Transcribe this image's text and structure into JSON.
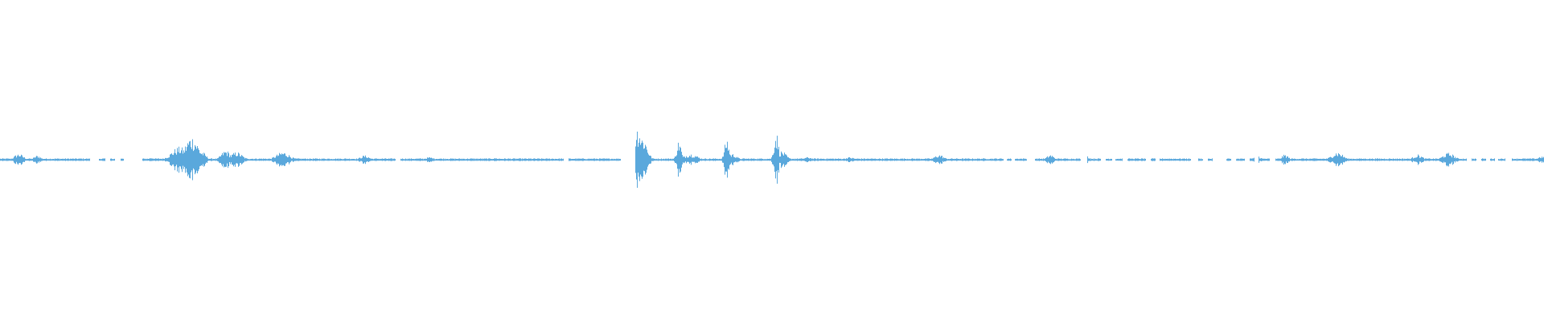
{
  "colors": {
    "background": "#ffffff",
    "waveform": "#5aa8dc"
  },
  "waveform": {
    "gaps": [
      [
        0.058,
        0.064
      ],
      [
        0.068,
        0.071
      ],
      [
        0.074,
        0.078
      ],
      [
        0.08,
        0.092
      ],
      [
        0.256,
        0.259
      ],
      [
        0.365,
        0.368
      ],
      [
        0.402,
        0.411
      ],
      [
        0.65,
        0.652
      ],
      [
        0.655,
        0.657
      ],
      [
        0.665,
        0.67
      ],
      [
        0.7,
        0.704
      ],
      [
        0.713,
        0.716
      ],
      [
        0.72,
        0.722
      ],
      [
        0.727,
        0.73
      ],
      [
        0.742,
        0.745
      ],
      [
        0.748,
        0.751
      ],
      [
        0.771,
        0.776
      ],
      [
        0.779,
        0.782
      ],
      [
        0.785,
        0.794
      ],
      [
        0.797,
        0.8
      ],
      [
        0.806,
        0.809
      ],
      [
        0.812,
        0.815
      ],
      [
        0.822,
        0.826
      ],
      [
        0.95,
        0.953
      ],
      [
        0.956,
        0.959
      ],
      [
        0.962,
        0.965
      ],
      [
        0.968,
        0.97
      ],
      [
        0.975,
        0.979
      ]
    ],
    "peaks": [
      {
        "pos": 0.012,
        "amp": 0.14,
        "width": 0.004
      },
      {
        "pos": 0.024,
        "amp": 0.1,
        "width": 0.003
      },
      {
        "pos": 0.098,
        "amp": 0.05,
        "width": 0.003
      },
      {
        "pos": 0.116,
        "amp": 0.3,
        "width": 0.007
      },
      {
        "pos": 0.124,
        "amp": 0.55,
        "width": 0.006
      },
      {
        "pos": 0.13,
        "amp": 0.2,
        "width": 0.004
      },
      {
        "pos": 0.146,
        "amp": 0.22,
        "width": 0.004
      },
      {
        "pos": 0.153,
        "amp": 0.18,
        "width": 0.005
      },
      {
        "pos": 0.183,
        "amp": 0.18,
        "width": 0.006
      },
      {
        "pos": 0.236,
        "amp": 0.1,
        "width": 0.004
      },
      {
        "pos": 0.278,
        "amp": 0.06,
        "width": 0.004
      },
      {
        "pos": 0.32,
        "amp": 0.04,
        "width": 0.005
      },
      {
        "pos": 0.413,
        "amp": 0.8,
        "width": 0.0035
      },
      {
        "pos": 0.416,
        "amp": 0.55,
        "width": 0.004
      },
      {
        "pos": 0.4395,
        "amp": 0.45,
        "width": 0.002
      },
      {
        "pos": 0.447,
        "amp": 0.14,
        "width": 0.006
      },
      {
        "pos": 0.4705,
        "amp": 0.5,
        "width": 0.002
      },
      {
        "pos": 0.474,
        "amp": 0.14,
        "width": 0.004
      },
      {
        "pos": 0.5025,
        "amp": 0.65,
        "width": 0.002
      },
      {
        "pos": 0.506,
        "amp": 0.2,
        "width": 0.004
      },
      {
        "pos": 0.523,
        "amp": 0.06,
        "width": 0.004
      },
      {
        "pos": 0.55,
        "amp": 0.06,
        "width": 0.004
      },
      {
        "pos": 0.608,
        "amp": 0.12,
        "width": 0.004
      },
      {
        "pos": 0.68,
        "amp": 0.12,
        "width": 0.003
      },
      {
        "pos": 0.703,
        "amp": 0.1,
        "width": 0.003
      },
      {
        "pos": 0.814,
        "amp": 0.1,
        "width": 0.003
      },
      {
        "pos": 0.832,
        "amp": 0.12,
        "width": 0.003
      },
      {
        "pos": 0.866,
        "amp": 0.18,
        "width": 0.005
      },
      {
        "pos": 0.918,
        "amp": 0.12,
        "width": 0.004
      },
      {
        "pos": 0.938,
        "amp": 0.16,
        "width": 0.005
      },
      {
        "pos": 0.998,
        "amp": 0.08,
        "width": 0.003
      }
    ],
    "base_level": 0.03
  }
}
